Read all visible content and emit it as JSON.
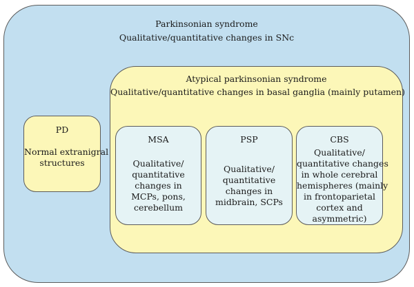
{
  "parkinsonian": {
    "title": "Parkinsonian syndrome",
    "subtitle": "Qualitative/quantitative changes in SNc"
  },
  "atypical": {
    "title": "Atypical parkinsonian syndrome",
    "subtitle": "Qualitative/quantitative changes in basal ganglia (mainly putamen)"
  },
  "pd": {
    "title": "PD",
    "lines": [
      "Normal extranigral",
      "structures"
    ]
  },
  "msa": {
    "title": "MSA",
    "lines": [
      "Qualitative/",
      "quantitative",
      "changes in",
      "MCPs, pons,",
      "cerebellum"
    ]
  },
  "psp": {
    "title": "PSP",
    "lines": [
      "Qualitative/",
      "quantitative",
      "changes in",
      "midbrain, SCPs"
    ]
  },
  "cbs": {
    "title": "CBS",
    "lines": [
      "Qualitative/",
      "quantitative changes",
      "in whole cerebral",
      "hemispheres (mainly",
      "in frontoparietal",
      "cortex and",
      "asymmetric)"
    ]
  },
  "colors": {
    "outer_fill": "#c2dff0",
    "middle_fill": "#fcf7b8",
    "inner_fill": "#e5f3f5",
    "border": "#5a5a5a"
  }
}
